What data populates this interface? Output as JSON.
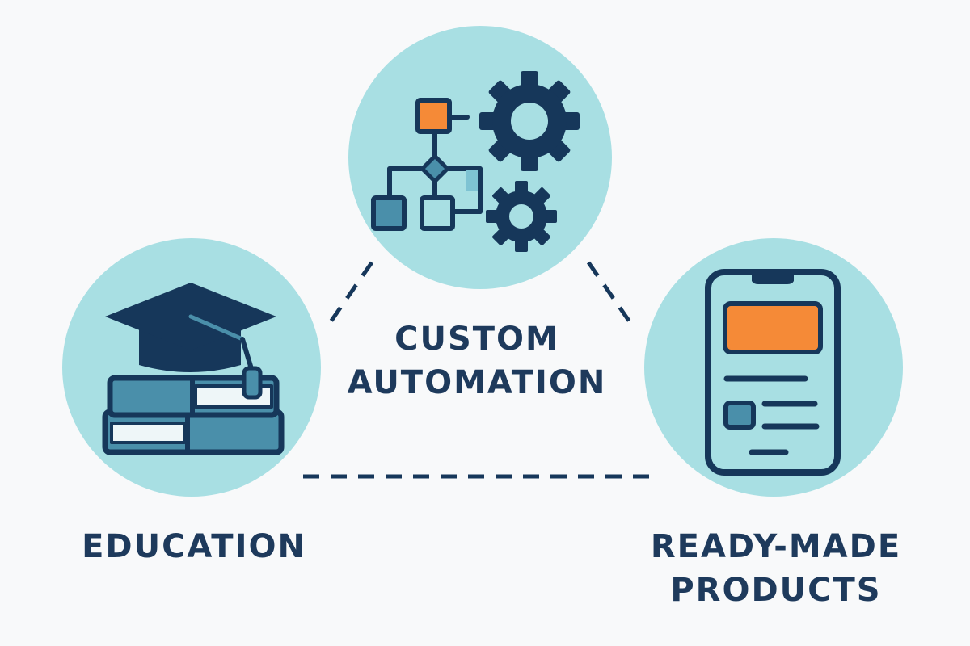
{
  "colors": {
    "background": "#f8f9fa",
    "circle_fill": "#a8dfe3",
    "navy": "#16375a",
    "teal": "#4a8faa",
    "orange": "#f58a37",
    "label_text": "#1e3a5c"
  },
  "nodes": {
    "automation": {
      "label_line1": "CUSTOM",
      "label_line2": "AUTOMATION",
      "icon": "workflow-gears-icon"
    },
    "education": {
      "label": "EDUCATION",
      "icon": "graduation-cap-books-icon"
    },
    "products": {
      "label_line1": "READY-MADE",
      "label_line2": "PRODUCTS",
      "icon": "smartphone-app-icon"
    }
  },
  "connectors": {
    "style": "dashed"
  }
}
